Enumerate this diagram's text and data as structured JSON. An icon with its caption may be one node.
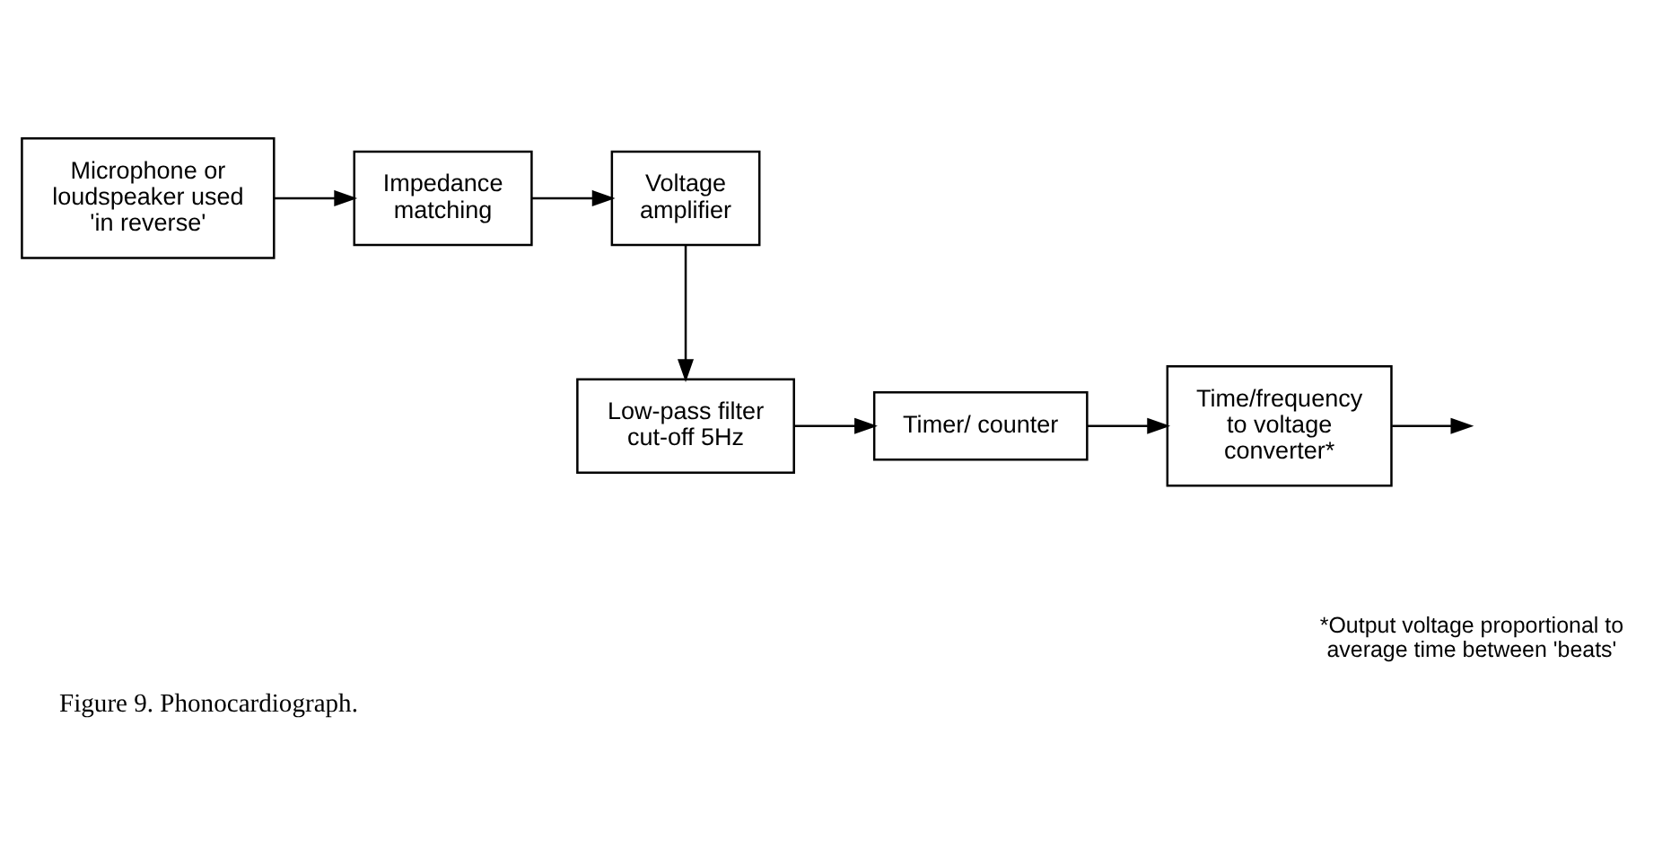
{
  "diagram": {
    "caption": "Figure 9. Phonocardiograph.",
    "nodes": [
      {
        "text": [
          "Microphone or loudspeaker used 'in reverse'"
        ]
      },
      {
        "text": [
          "Impedance matching"
        ]
      },
      {
        "text": [
          "Voltage amplifier"
        ]
      },
      {
        "text": [
          "Low-pass filter cut-off 5Hz"
        ]
      },
      {
        "text": [
          "Timer/ counter"
        ]
      },
      {
        "text": [
          "Time/frequency to voltage converter*"
        ]
      }
    ],
    "edges": [
      {
        "from": 0,
        "to": 1,
        "arrow": "to"
      },
      {
        "from": 1,
        "to": 2,
        "arrow": "to"
      },
      {
        "from": 2,
        "to": 3,
        "arrow": "to"
      },
      {
        "from": 3,
        "to": 4,
        "arrow": "to"
      },
      {
        "from": 4,
        "to": 5,
        "arrow": "to"
      },
      {
        "from": 5,
        "to": null,
        "arrow": "to"
      }
    ],
    "labels": [
      "*Output voltage proportional to average time between 'beats'"
    ]
  }
}
